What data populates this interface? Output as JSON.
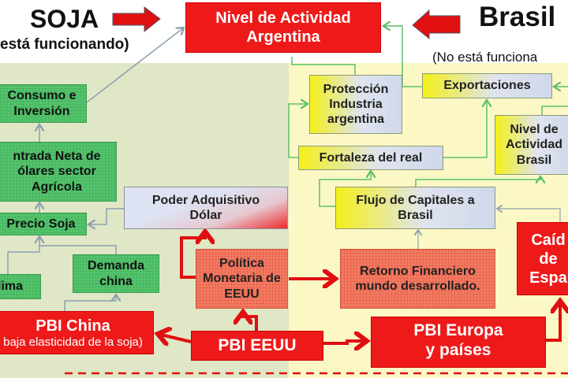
{
  "headers": {
    "soja": "SOJA",
    "soja_status": "está funcionando)",
    "brasil": "Brasil",
    "brasil_status": "(No está funciona"
  },
  "boxes": {
    "nivel_argentina": "Nivel de Actividad Argentina",
    "consumo": "Consumo e Inversión",
    "entrada_neta": "ntrada Neta de ólares sector Agrícola",
    "precio_soja": "Precio Soja",
    "clima": "lima",
    "demanda_china": "Demanda china",
    "pbi_china": "PBI China",
    "pbi_china_note": "baja elasticidad de la soja)",
    "pbi_eeuu": "PBI EEUU",
    "politica_monetaria": "Política Monetaria de EEUU",
    "poder_adquisitivo": "Poder Adquisitivo Dólar",
    "retorno_financiero": "Retorno Financiero mundo desarrollado.",
    "pbi_europa": "PBI Europa y países",
    "caida_espana": "Caíd de Espa",
    "flujo_capitales": "Flujo de Capitales a Brasil",
    "fortaleza_real": "Fortaleza del real",
    "proteccion": "Protección Industria argentina",
    "exportaciones": "Exportaciones",
    "nivel_brasil": "Nivel de Actividad Brasil"
  },
  "colors": {
    "red": "#ee1a1a",
    "green": "#52c46b",
    "salmon": "#f27c62",
    "green_bg": "#dfe7c6",
    "yellow_bg": "#fcf8c6"
  }
}
